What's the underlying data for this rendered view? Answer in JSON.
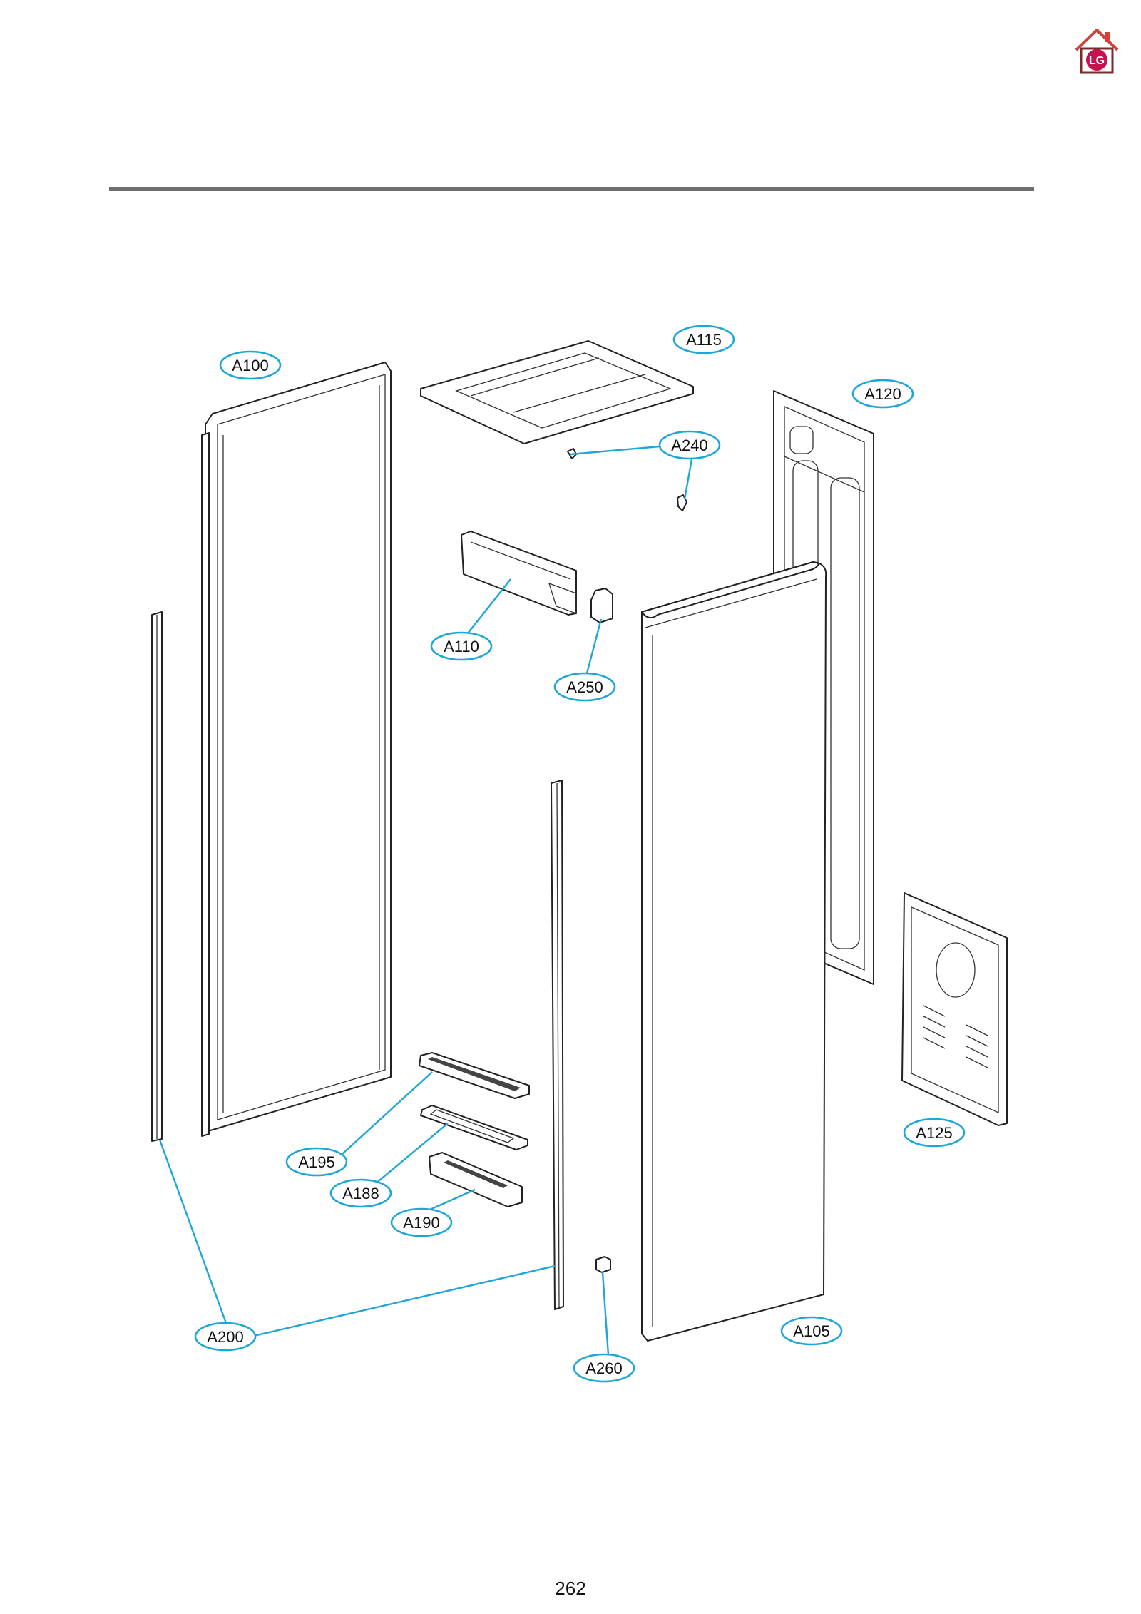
{
  "logo": {
    "icon": "lg-home-icon",
    "text": "LG",
    "accent": "#c5124f",
    "roof": "#d0423c"
  },
  "page_number": "262",
  "callouts": {
    "A100": "A100",
    "A115": "A115",
    "A120": "A120",
    "A240": "A240",
    "A110": "A110",
    "A250": "A250",
    "A125": "A125",
    "A195": "A195",
    "A188": "A188",
    "A190": "A190",
    "A200": "A200",
    "A105": "A105",
    "A260": "A260"
  },
  "colors": {
    "leader": "#1ea6d8",
    "rule": "#6e6e6e",
    "line": "#222222"
  }
}
